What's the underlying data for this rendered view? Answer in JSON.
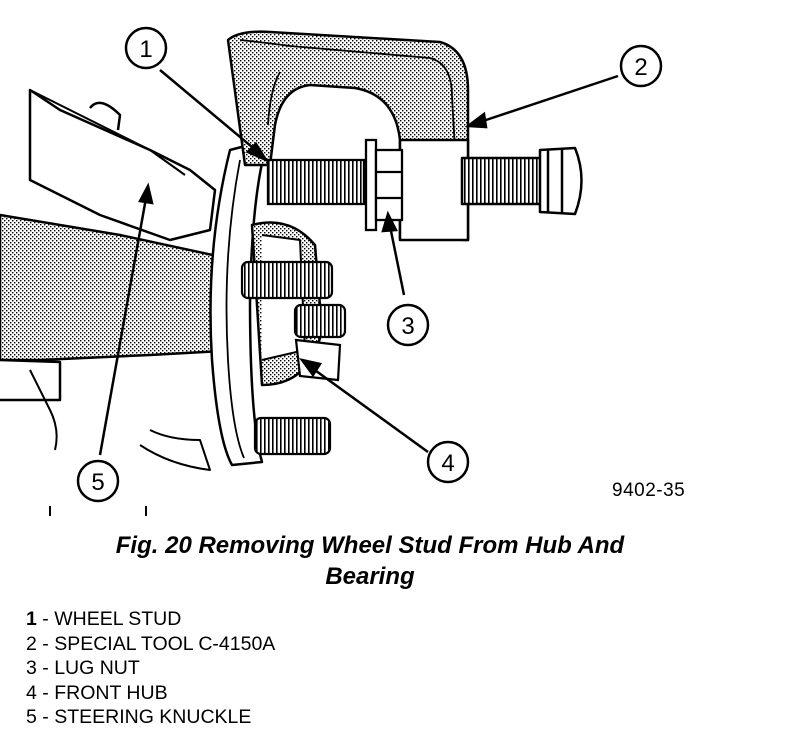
{
  "figure": {
    "code": "9402-35",
    "caption_line1": "Fig. 20 Removing Wheel Stud From Hub And",
    "caption_line2": "Bearing"
  },
  "callouts": [
    {
      "number": "1"
    },
    {
      "number": "2"
    },
    {
      "number": "3"
    },
    {
      "number": "4"
    },
    {
      "number": "5"
    }
  ],
  "legend": [
    {
      "number": "1",
      "label": "WHEEL STUD"
    },
    {
      "number": "2",
      "label": "SPECIAL TOOL C-4150A"
    },
    {
      "number": "3",
      "label": "LUG NUT"
    },
    {
      "number": "4",
      "label": "FRONT HUB"
    },
    {
      "number": "5",
      "label": "STEERING KNUCKLE"
    }
  ]
}
